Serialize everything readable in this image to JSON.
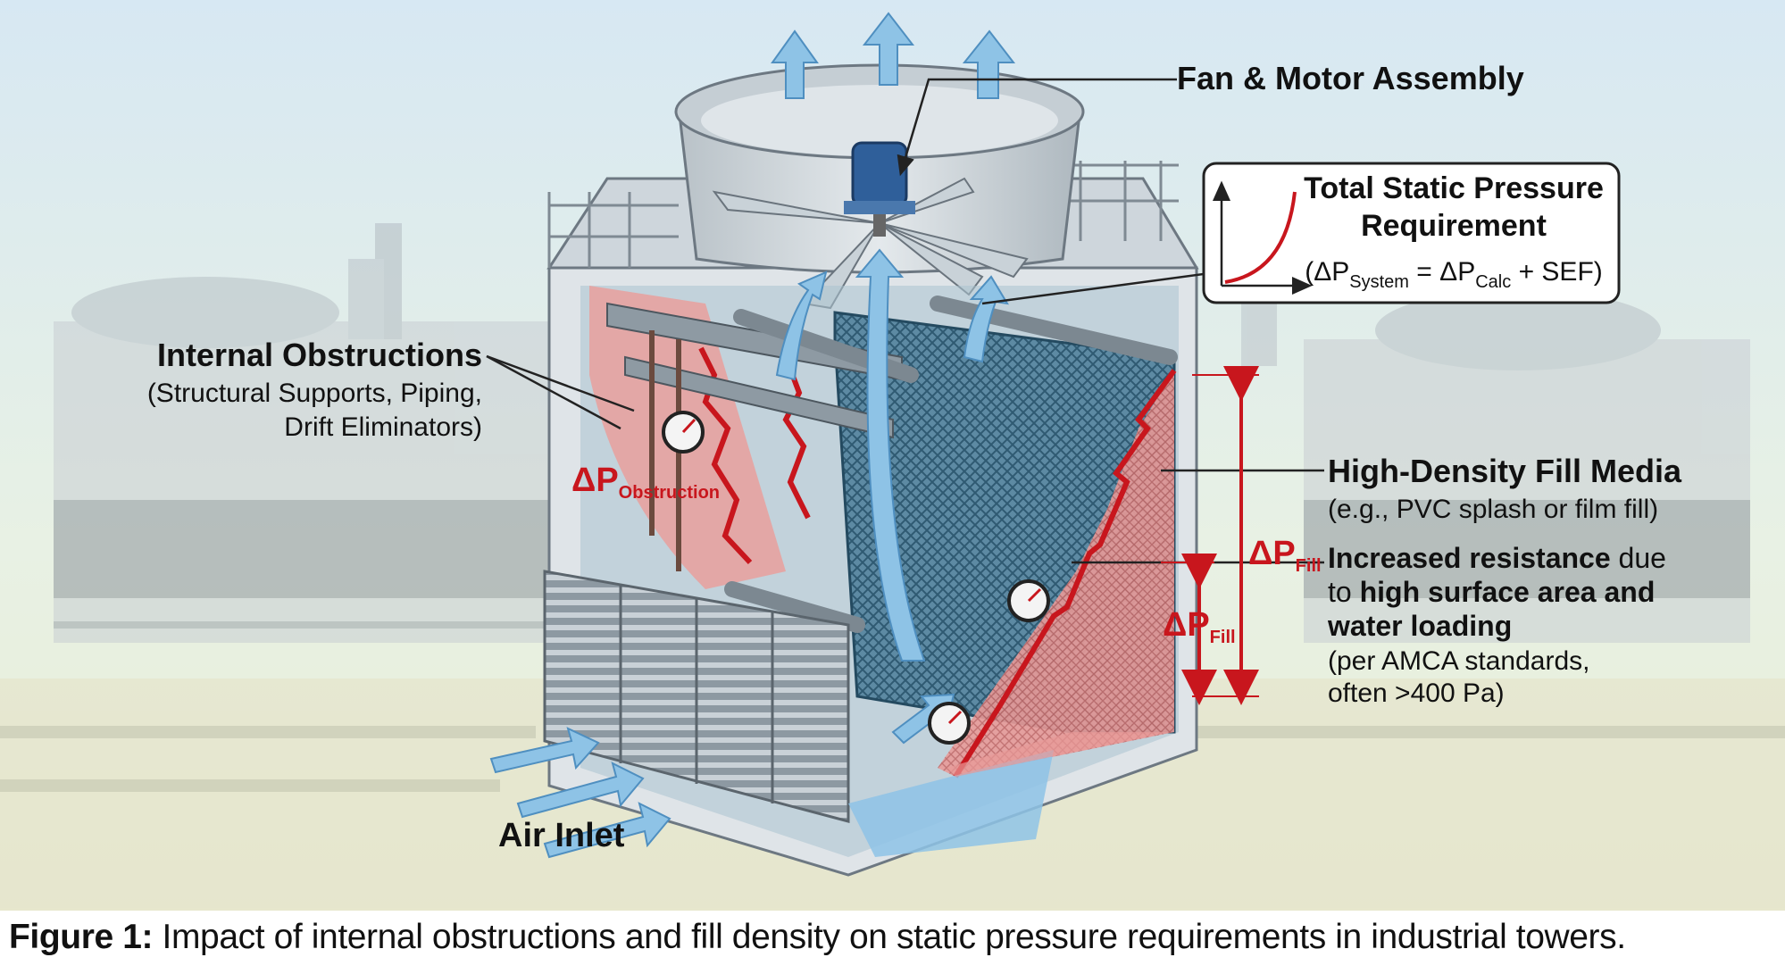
{
  "labels": {
    "fan": "Fan & Motor Assembly",
    "tsp_title_1": "Total Static Pressure",
    "tsp_title_2": "Requirement",
    "tsp_formula_open": "(ΔP",
    "tsp_formula_sub1": "System",
    "tsp_formula_mid": " = ΔP",
    "tsp_formula_sub2": "Calc",
    "tsp_formula_close": " + SEF)",
    "obstructions_title": "Internal Obstructions",
    "obstructions_line1": "(Structural Supports, Piping,",
    "obstructions_line2": "Drift Eliminators)",
    "dp_symbol": "ΔP",
    "dp_obstruction_sub": "Obstruction",
    "dp_fill_sub": "Fill",
    "fill_title": "High-Density Fill Media",
    "fill_sub": "(e.g., PVC splash or film fill)",
    "resist_1_bold": "Increased resistance",
    "resist_1_rest": " due",
    "resist_2_pre": "to ",
    "resist_2_bold": "high surface area and",
    "resist_3_bold": "water loading",
    "resist_4": "(per AMCA standards,",
    "resist_5": "often >400 Pa)",
    "air_inlet": "Air Inlet"
  },
  "caption": {
    "prefix": "Figure 1:",
    "text": " Impact of internal obstructions and fill density on static pressure requirements in industrial towers."
  },
  "colors": {
    "accent_red": "#c8161d",
    "airflow_blue": "#8ec3e6",
    "sky": "#dcebf5"
  }
}
